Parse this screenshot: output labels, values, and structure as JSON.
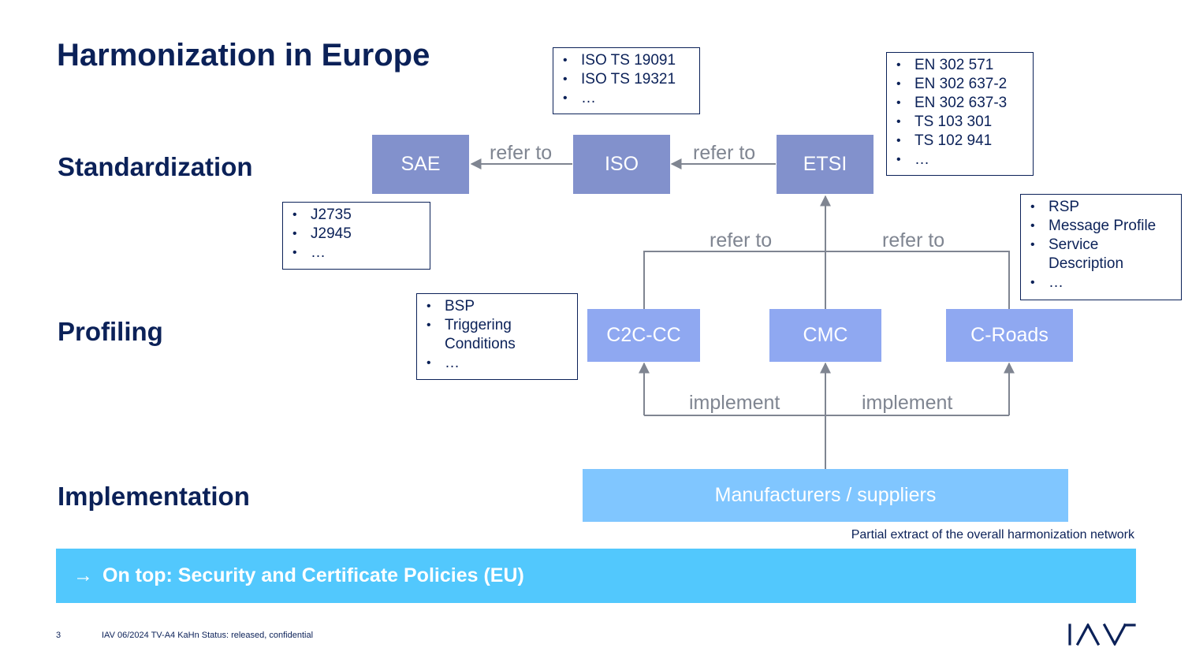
{
  "title": "Harmonization in Europe",
  "layers": {
    "standardization": "Standardization",
    "profiling": "Profiling",
    "implementation": "Implementation"
  },
  "nodes": {
    "sae": "SAE",
    "iso": "ISO",
    "etsi": "ETSI",
    "c2c_cc": "C2C-CC",
    "cmc": "CMC",
    "c_roads": "C-Roads",
    "manufacturers": "Manufacturers / suppliers"
  },
  "edge_labels": {
    "iso_to_sae": "refer to",
    "etsi_to_iso": "refer to",
    "c2c_to_etsi": "refer to",
    "croads_to_etsi": "refer to",
    "implement_left": "implement",
    "implement_right": "implement"
  },
  "notes": {
    "iso": [
      "ISO TS 19091",
      "ISO TS 19321",
      "…"
    ],
    "etsi": [
      "EN 302 571",
      "EN 302 637-2",
      "EN 302 637-3",
      "TS 103 301",
      "TS 102 941",
      "…"
    ],
    "sae": [
      "J2735",
      "J2945",
      "…"
    ],
    "c2c": [
      "BSP",
      "Triggering Conditions",
      "…"
    ],
    "c_roads": [
      "RSP",
      "Message Profile",
      "Service Description",
      "…"
    ]
  },
  "footnote": "Partial extract of the overall harmonization network",
  "banner": {
    "arrow": "→",
    "text": "On top: Security and Certificate Policies (EU)"
  },
  "footer": {
    "page": "3",
    "info": "IAV  06/2024  TV-A4  KaHn  Status: released, confidential"
  },
  "colors": {
    "navy": "#0b2158",
    "std_node": "#8291cc",
    "prof_node": "#8fa8f1",
    "impl_node": "#80c6ff",
    "banner": "#52c8fd",
    "connector": "#7f8591"
  },
  "logo": "IAV"
}
